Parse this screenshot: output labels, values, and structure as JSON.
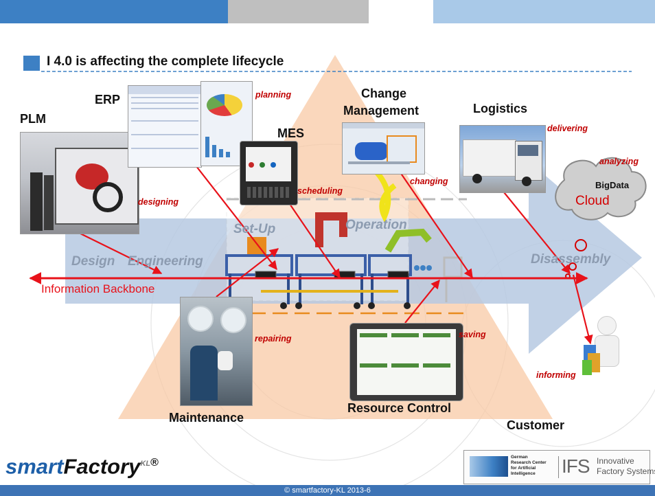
{
  "title": "I 4.0 is affecting the complete lifecycle",
  "labels": {
    "plm": "PLM",
    "erp": "ERP",
    "mes": "MES",
    "change_mgmt_1": "Change",
    "change_mgmt_2": "Management",
    "logistics": "Logistics",
    "maintenance": "Maintenance",
    "resource_control": "Resource Control",
    "customer": "Customer"
  },
  "verbs": {
    "planning": "planning",
    "designing": "designing",
    "scheduling": "scheduling",
    "changing": "changing",
    "delivering": "delivering",
    "analyzing": "analyzing",
    "repairing": "repairing",
    "saving": "saving",
    "informing": "informing"
  },
  "phases": {
    "design": "Design",
    "engineering": "Engineering",
    "setup": "Set-Up",
    "operation": "Operation",
    "disassembly": "Disassembly"
  },
  "backbone": "Information Backbone",
  "cloud": {
    "bigdata": "BigData",
    "cloud": "Cloud"
  },
  "brand": {
    "smart": "smart",
    "factory": "Factory",
    "kl": "KL",
    "reg": "®"
  },
  "logos": {
    "dfki_lines": [
      "German",
      "Research Center",
      "for Artificial",
      "Intelligence"
    ],
    "ifs_mark": "IFS",
    "ifs_line1": "Innovative",
    "ifs_line2": "Factory Systems"
  },
  "footer": "© smartfactory-KL 2013-6",
  "colors": {
    "accent_blue": "#3d80c4",
    "arrow_red": "#e8121a",
    "verb_red": "#c00000",
    "pyramid": "#f8c9a5",
    "process_arrow": "#b6c9e2",
    "footer_bg": "#3d73b5"
  }
}
